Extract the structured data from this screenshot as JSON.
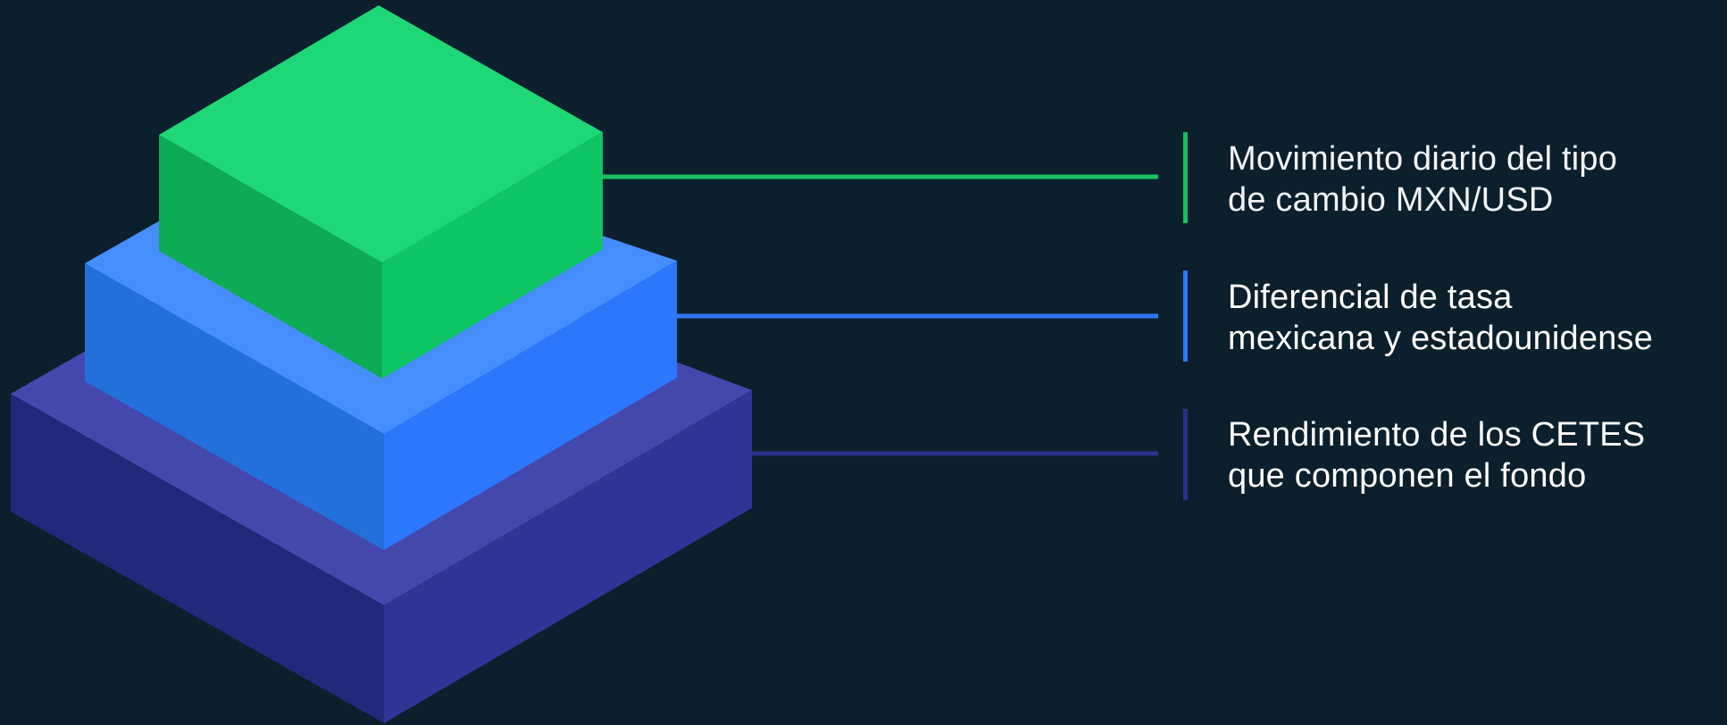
{
  "diagram": {
    "layers": [
      {
        "id": "top",
        "label_lines": [
          "Movimiento diario del tipo",
          "de cambio MXN/USD"
        ],
        "colors": {
          "top": "#1ed777",
          "left": "#0dab55",
          "right": "#0fc664",
          "accent": "#16c063"
        }
      },
      {
        "id": "middle",
        "label_lines": [
          "Diferencial de tasa",
          "mexicana y estadounidense"
        ],
        "colors": {
          "top": "#468efe",
          "left": "#2370db",
          "right": "#2c77fc",
          "accent": "#2f77f6"
        }
      },
      {
        "id": "bottom",
        "label_lines": [
          "Rendimiento de los CETES",
          "que componen el fondo"
        ],
        "colors": {
          "top": "#4448ac",
          "left": "#23287b",
          "right": "#313496",
          "accent": "#2b2f8c"
        }
      }
    ]
  }
}
